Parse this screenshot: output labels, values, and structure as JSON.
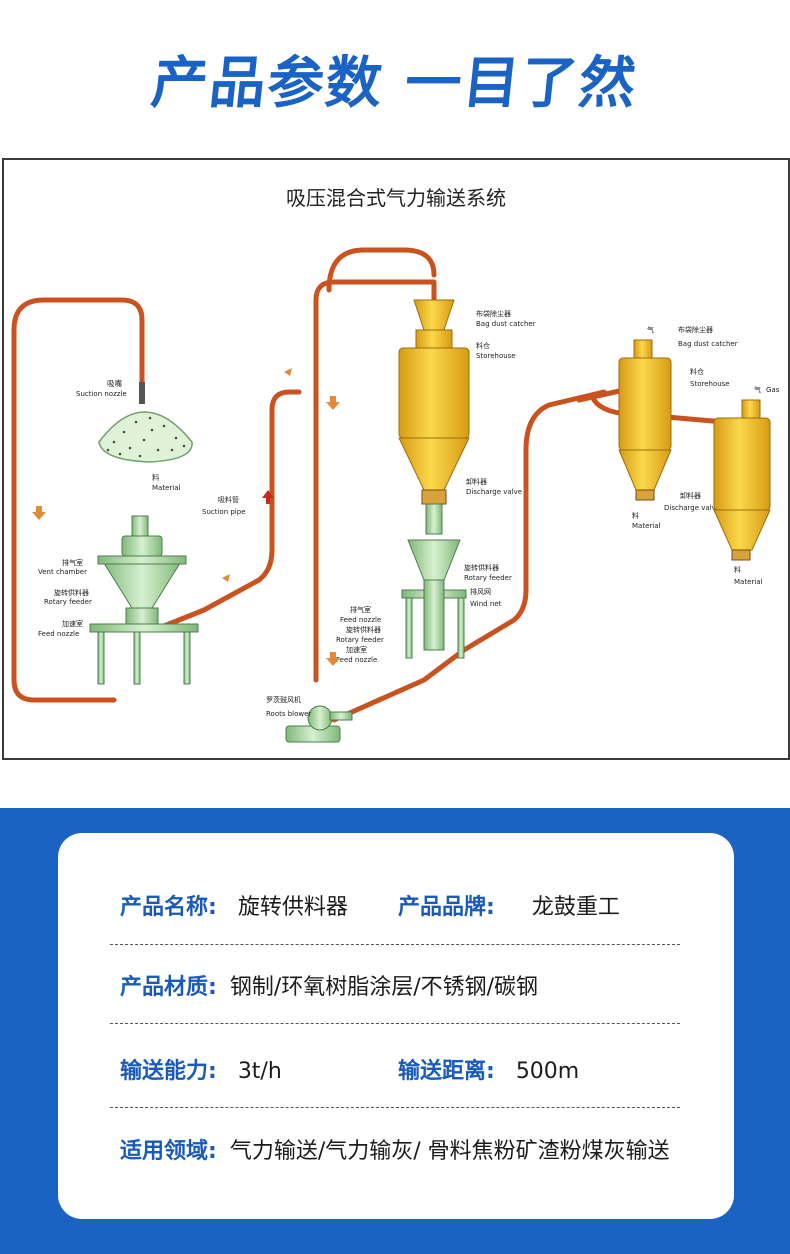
{
  "header": {
    "title": "产品参数 一目了然"
  },
  "diagram": {
    "title": "吸压混合式气力输送系统",
    "labels": {
      "suction_nozzle_cn": "吸嘴",
      "suction_nozzle_en": "Suction nozzle",
      "material_cn": "料",
      "material_en": "Material",
      "suction_pipe_cn": "吸料管",
      "suction_pipe_en": "Suction pipe",
      "vent_chamber_cn": "排气室",
      "vent_chamber_en": "Vent chamber",
      "rotary_feeder_cn": "旋转供料器",
      "rotary_feeder_en": "Rotary feeder",
      "feed_nozzle_cn": "加速室",
      "feed_nozzle_en": "Feed nozzle",
      "bag_dust_catcher_cn": "布袋除尘器",
      "bag_dust_catcher_en": "Bag dust catcher",
      "storehouse_cn": "料仓",
      "storehouse_en": "Storehouse",
      "discharge_valve_cn": "卸料器",
      "discharge_valve_en": "Discharge valve",
      "rotary_feeder2_cn": "旋转供料器",
      "rotary_feeder2_en": "Rotary feeder",
      "wind_net_cn": "排风网",
      "wind_net_en": "Wind net",
      "vent_chamber2_cn": "排气室",
      "feed_nozzle2_en": "Feed nozzle",
      "rotary_feeder3_cn": "旋转供料器",
      "rotary_feeder3_en": "Rotary feeder",
      "feed_nozzle3_cn": "加速室",
      "feed_nozzle3_en": "Feed nozzle",
      "roots_blower_cn": "罗茨鼓风机",
      "roots_blower_en": "Roots blower",
      "gas_cn": "气",
      "bag_dust_catcher2_cn": "布袋除尘器",
      "bag_dust_catcher2_en": "Bag dust catcher",
      "storehouse2_cn": "料仓",
      "storehouse2_en": "Storehouse",
      "gas2_cn": "气",
      "gas2_en": "Gas",
      "discharge_valve2_cn": "卸料器",
      "discharge_valve2_en": "Discharge valve",
      "material2_cn": "料",
      "material2_en": "Material",
      "material3_cn": "料",
      "material3_en": "Material"
    }
  },
  "specs": {
    "name_label": "产品名称:",
    "name_value": "旋转供料器",
    "brand_label": "产品品牌:",
    "brand_value": "龙鼓重工",
    "material_label": "产品材质:",
    "material_value": "钢制/环氧树脂涂层/不锈钢/碳钢",
    "capacity_label": "输送能力:",
    "capacity_value": "3t/h",
    "distance_label": "输送距离:",
    "distance_value": "500m",
    "application_label": "适用领域:",
    "application_value": "气力输送/气力输灰/ 骨料焦粉矿渣粉煤灰输送"
  },
  "colors": {
    "brand_blue": "#1a63c2",
    "pipe": "#c9521f",
    "silo_yellow": "#f2c12e",
    "feeder_green": "#a9d8a0"
  }
}
